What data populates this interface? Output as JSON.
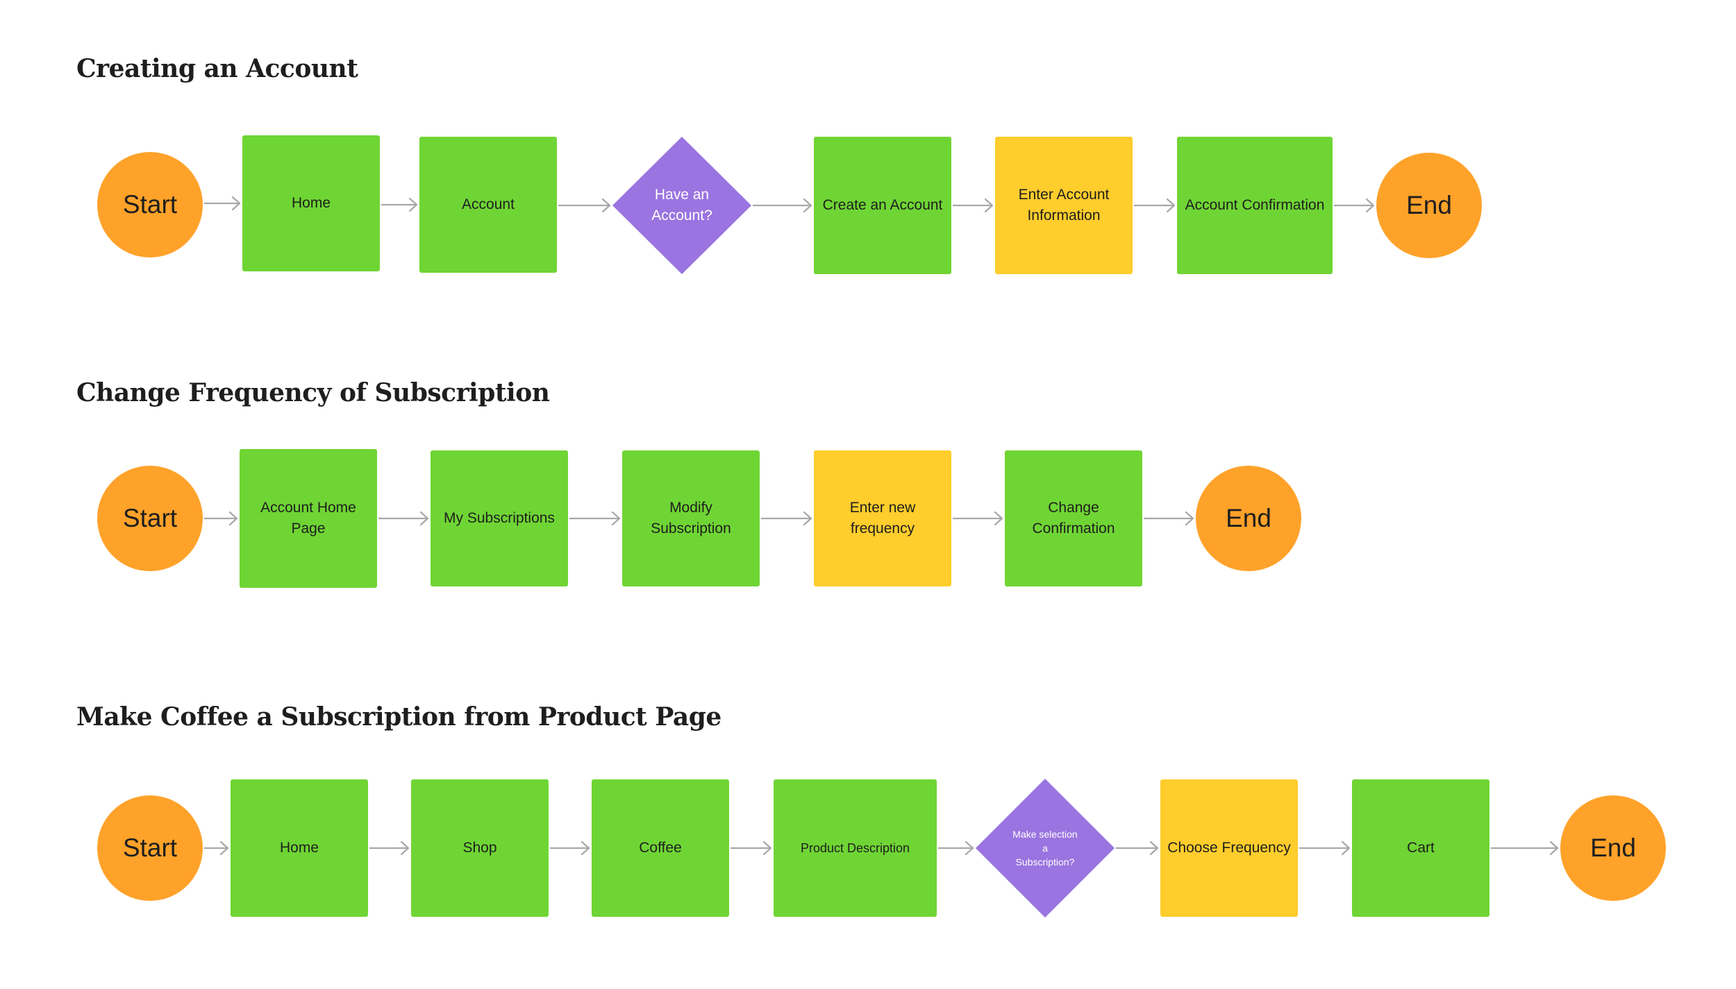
{
  "colors": {
    "process": "#6fd534",
    "input": "#ffcd2c",
    "terminal": "#ffa22a",
    "decision": "#9a74e0",
    "connector": "#a8a8a8",
    "title": "#1e1e1e"
  },
  "flows": [
    {
      "title": "Creating an Account",
      "nodes": [
        {
          "label": "Start",
          "shape": "terminal"
        },
        {
          "label": "Home",
          "shape": "process"
        },
        {
          "label": "Account",
          "shape": "process"
        },
        {
          "label": "Have an Account?",
          "shape": "decision"
        },
        {
          "label": "Create an Account",
          "shape": "process"
        },
        {
          "label": "Enter Account Information",
          "shape": "input"
        },
        {
          "label": "Account Confirmation",
          "shape": "process"
        },
        {
          "label": "End",
          "shape": "terminal"
        }
      ]
    },
    {
      "title": "Change Frequency of Subscription",
      "nodes": [
        {
          "label": "Start",
          "shape": "terminal"
        },
        {
          "label": "Account Home Page",
          "shape": "process"
        },
        {
          "label": "My Subscriptions",
          "shape": "process"
        },
        {
          "label": "Modify Subscription",
          "shape": "process"
        },
        {
          "label": "Enter new frequency",
          "shape": "input"
        },
        {
          "label": "Change Confirmation",
          "shape": "process"
        },
        {
          "label": "End",
          "shape": "terminal"
        }
      ]
    },
    {
      "title": "Make Coffee a Subscription from Product Page",
      "nodes": [
        {
          "label": "Start",
          "shape": "terminal"
        },
        {
          "label": "Home",
          "shape": "process"
        },
        {
          "label": "Shop",
          "shape": "process"
        },
        {
          "label": "Coffee",
          "shape": "process"
        },
        {
          "label": "Product Description",
          "shape": "process"
        },
        {
          "label": "Make selection a Subscription?",
          "shape": "decision"
        },
        {
          "label": "Choose Frequency",
          "shape": "input"
        },
        {
          "label": "Cart",
          "shape": "process"
        },
        {
          "label": "End",
          "shape": "terminal"
        }
      ]
    }
  ]
}
